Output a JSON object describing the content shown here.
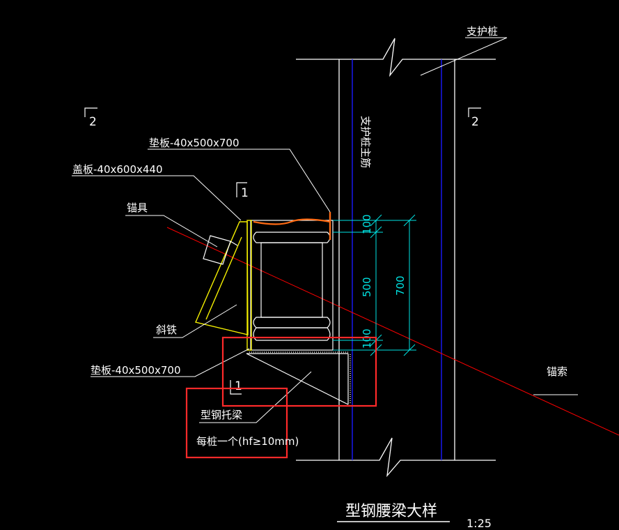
{
  "labels": {
    "pile": "支护桩",
    "pile_main_rebar": "支护桩主筋",
    "pad_top": "垫板-40x500x700",
    "cover_plate": "盖板-40x600x440",
    "anchor_head": "锚具",
    "wedge": "斜铁",
    "pad_bottom": "垫板-40x500x700",
    "bracket_name": "型钢托梁",
    "bracket_note": "每桩一个(hf≥10mm)",
    "anchor_cable": "锚索",
    "section_mark_1_top": "1",
    "section_mark_1_bottom": "1",
    "section_mark_2_left": "2",
    "section_mark_2_right": "2"
  },
  "dimensions": {
    "top": "100",
    "middle": "500",
    "bottom": "100",
    "total": "700"
  },
  "title": {
    "main": "型钢腰梁大样",
    "scale": "1:25"
  },
  "colors": {
    "background": "#000000",
    "lines": "#ffffff",
    "rebar": "#1a1aff",
    "anchor_cable": "#ff0000",
    "highlight_box": "#ff2a2a",
    "yellow": "#f5f000",
    "orange_weld": "#ff6a13",
    "dimension": "#00e5e5"
  }
}
